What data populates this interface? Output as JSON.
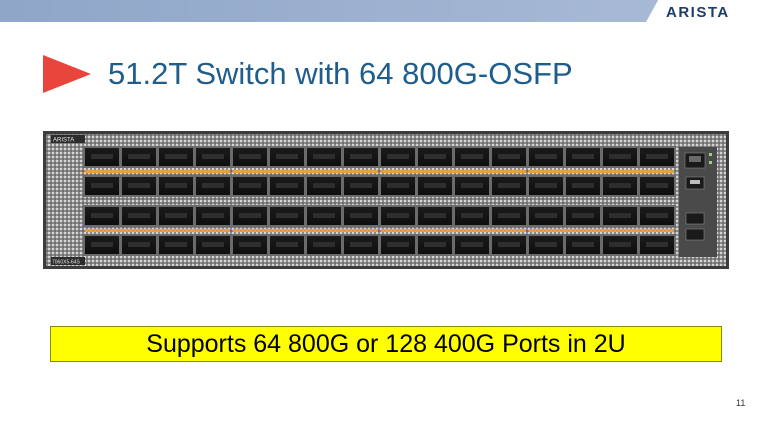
{
  "header": {
    "logo_text": "ARISTA"
  },
  "slide": {
    "title": "51.2T Switch with 64 800G-OSFP",
    "banner": "Supports 64 800G or 128 400G Ports in 2U",
    "page_number": "11"
  },
  "device": {
    "brand_label": "ARISTA",
    "model_label": "7060X5-64S",
    "port_count": 64,
    "rows": 4,
    "groups": 4,
    "ports_per_group": 4
  },
  "colors": {
    "accent_title": "#1e5d8c",
    "arrow": "#e8453c",
    "banner": "#ffff00",
    "topbar": "#8fa6c9",
    "logo": "#1f3d6b",
    "port_led": "#e0a33a"
  },
  "icons": [
    "arrow-bullet-icon",
    "arista-logo-icon",
    "rj45-port-icon",
    "usb-port-icon",
    "sfp-port-icon"
  ]
}
